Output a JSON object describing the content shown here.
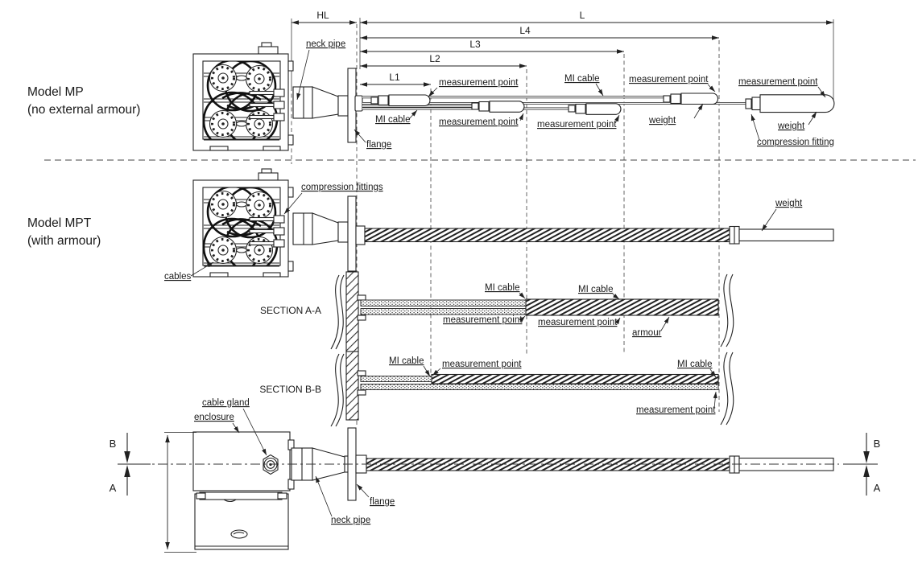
{
  "models": {
    "mp": {
      "title": "Model MP",
      "subtitle": "(no external armour)"
    },
    "mpt": {
      "title": "Model MPT",
      "subtitle": "(with armour)"
    }
  },
  "dimensions": {
    "hl": "HL",
    "l": "L",
    "l1": "L1",
    "l2": "L2",
    "l3": "L3",
    "l4": "L4"
  },
  "labels": {
    "neck_pipe": "neck pipe",
    "flange": "flange",
    "mi_cable": "MI cable",
    "measurement_point": "measurement point",
    "weight": "weight",
    "compression_fitting": "compression fitting",
    "compression_fittings": "compression fittings",
    "cables": "cables",
    "armour": "armour",
    "cable_gland": "cable gland",
    "enclosure": "enclosure"
  },
  "sections": {
    "aa": "SECTION A-A",
    "bb": "SECTION B-B"
  },
  "markers": {
    "b": "B",
    "a": "A"
  },
  "drawing": {
    "line_color": "#222222",
    "background": "#ffffff"
  }
}
